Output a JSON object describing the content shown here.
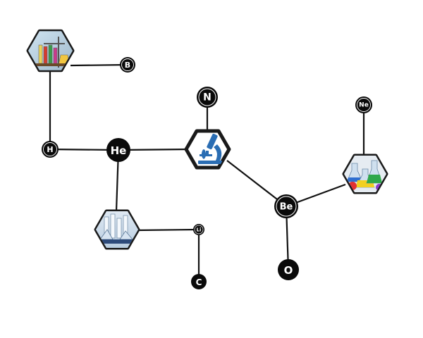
{
  "diagram": {
    "atoms": [
      {
        "id": "B",
        "label": "B"
      },
      {
        "id": "H",
        "label": "H"
      },
      {
        "id": "He",
        "label": "He"
      },
      {
        "id": "N",
        "label": "N"
      },
      {
        "id": "Ne",
        "label": "Ne"
      },
      {
        "id": "Be",
        "label": "Be"
      },
      {
        "id": "Li",
        "label": "Li"
      },
      {
        "id": "C",
        "label": "C"
      },
      {
        "id": "O",
        "label": "O"
      }
    ],
    "hexagons": [
      {
        "id": "hex-lab-equipment",
        "icon": "lab-equipment-icon"
      },
      {
        "id": "hex-microscope",
        "icon": "microscope-icon"
      },
      {
        "id": "hex-test-tubes",
        "icon": "test-tubes-icon"
      },
      {
        "id": "hex-colored-flasks",
        "icon": "colored-flasks-icon"
      }
    ],
    "colors": {
      "line": "#111111",
      "atom_fill": "#0a0a0a",
      "atom_ring": "#ffffff",
      "hex_border": "#1a1a1a",
      "microscope_blue": "#2a6db3"
    }
  }
}
